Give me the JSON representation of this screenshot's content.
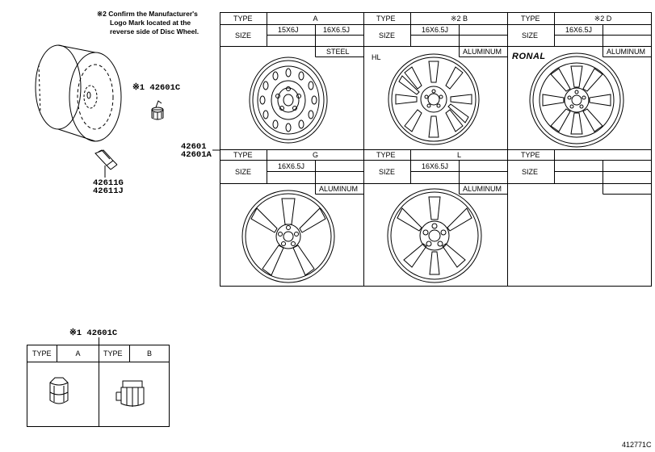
{
  "note": {
    "mark": "※2",
    "line1": "Confirm the Manufacturer's",
    "line2": "Logo Mark located at the",
    "line3": "reverse side of Disc Wheel."
  },
  "parts": {
    "nut_callout": "※1 42601C",
    "wheel_line1": "42601",
    "wheel_line2": "42601A",
    "valve_line1": "42611G",
    "valve_line2": "42611J",
    "nut_title": "※1 42601C"
  },
  "headers": {
    "type": "TYPE",
    "size": "SIZE"
  },
  "wheels": [
    {
      "type": "A",
      "sizes": [
        "15X6J",
        "16X6.5J"
      ],
      "material": "STEEL",
      "badge": ""
    },
    {
      "type": "※2 B",
      "sizes": [
        "16X6.5J",
        ""
      ],
      "material": "ALUMINUM",
      "badge": "HL"
    },
    {
      "type": "※2 D",
      "sizes": [
        "16X6.5J",
        ""
      ],
      "material": "ALUMINUM",
      "badge": "RONAL"
    },
    {
      "type": "G",
      "sizes": [
        "16X6.5J",
        ""
      ],
      "material": "ALUMINUM",
      "badge": ""
    },
    {
      "type": "L",
      "sizes": [
        "16X6.5J",
        ""
      ],
      "material": "ALUMINUM",
      "badge": ""
    },
    {
      "type": "",
      "sizes": [
        "",
        ""
      ],
      "material": "",
      "badge": ""
    }
  ],
  "nuts": [
    {
      "type_header": "TYPE",
      "type": "A"
    },
    {
      "type_header": "TYPE",
      "type": "B"
    }
  ],
  "diagram_code": "412771C"
}
